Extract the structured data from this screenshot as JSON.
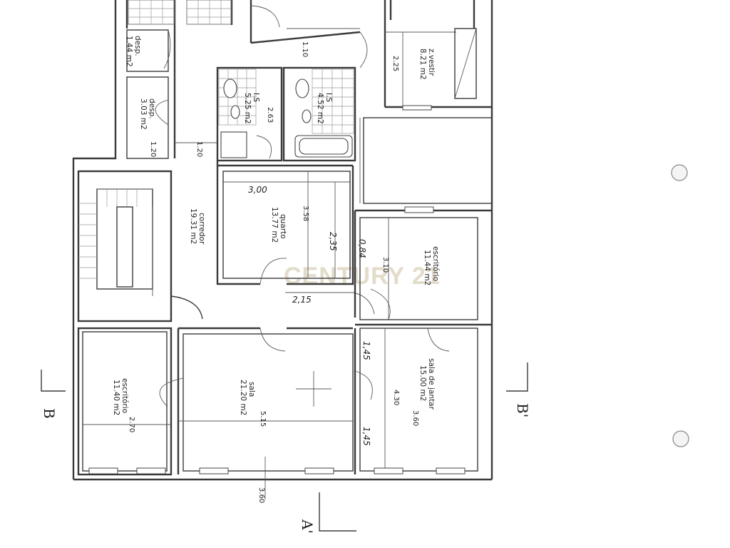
{
  "rooms": [
    {
      "id": "desp-1",
      "name": "desp.",
      "area": "1.44 m2"
    },
    {
      "id": "desp-2",
      "name": "desp.",
      "area": "3.03 m2"
    },
    {
      "id": "ws-1",
      "name": "I.S",
      "area": "5.25 m2"
    },
    {
      "id": "ws-2",
      "name": "I.S",
      "area": "4.52 m2"
    },
    {
      "id": "zvestir",
      "name": "z.vestir",
      "area": "8.21 m2"
    },
    {
      "id": "corredor",
      "name": "corredor",
      "area": "19.31 m2"
    },
    {
      "id": "quarto",
      "name": "quarto",
      "area": "13.77 m2"
    },
    {
      "id": "escritorio-1",
      "name": "escritório",
      "area": "11.44 m2"
    },
    {
      "id": "escritorio-2",
      "name": "escritório",
      "area": "11.40 m2"
    },
    {
      "id": "sala",
      "name": "sala",
      "area": "21.20 m2"
    },
    {
      "id": "sala-jantar",
      "name": "sala de jantar",
      "area": "15.00 m2"
    }
  ],
  "dimensions": {
    "d110": "1.10",
    "d225": "2.25",
    "d263": "2.63",
    "d120a": "1.20",
    "d120b": "1.20",
    "d358": "3.58",
    "d310": "3.10",
    "d270": "2.70",
    "d515": "5.15",
    "d430": "4.30",
    "d360a": "3.60",
    "d360b": "3.60"
  },
  "handwritten": {
    "h300": "3,00",
    "h215": "2,15",
    "h235": "2,35",
    "h084": "0,84",
    "h145a": "1,45",
    "h145b": "1,45"
  },
  "section_marks": {
    "b": "B",
    "b_prime": "B'",
    "a_prime": "A'"
  },
  "watermark": "CENTURY 21"
}
